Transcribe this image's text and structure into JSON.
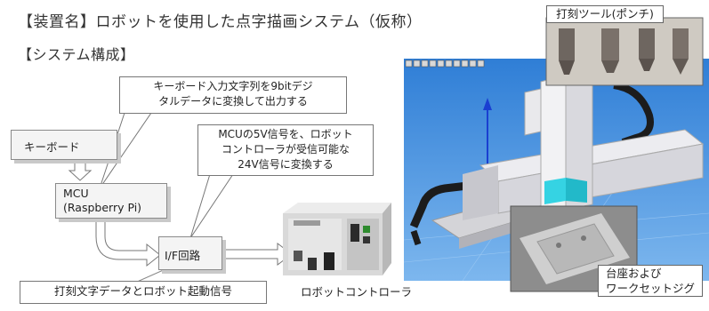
{
  "header": {
    "device_name": "【装置名】ロボットを使用した点字描画システム（仮称）",
    "system_config": "【システム構成】"
  },
  "blocks": {
    "keyboard": "キーボード",
    "mcu_line1": "MCU",
    "mcu_line2": "(Raspberry Pi)",
    "if_circuit": "I/F回路"
  },
  "callouts": {
    "keyboard_desc_line1": "キーボード入力文字列を9bitデジ",
    "keyboard_desc_line2": "タルデータに変換して出力する",
    "mcu_desc_line1": "MCUの5V信号を、ロボット",
    "mcu_desc_line2": "コントローラが受信可能な",
    "mcu_desc_line3": "24V信号に変換する",
    "signal_label": "打刻文字データとロボット起動信号"
  },
  "photos": {
    "controller_label": "ロボットコントローラ",
    "punch_tools_label": "打刻ツール(ポンチ)",
    "base_label_line1": "台座および",
    "base_label_line2": "ワークセットジグ"
  },
  "colors": {
    "sky": "#3e8ad8",
    "sky_light": "#9cc6f0",
    "robot_body": "#e9e9ec",
    "cable": "#1c1c1c",
    "cyan_part": "#2fd0e0"
  }
}
